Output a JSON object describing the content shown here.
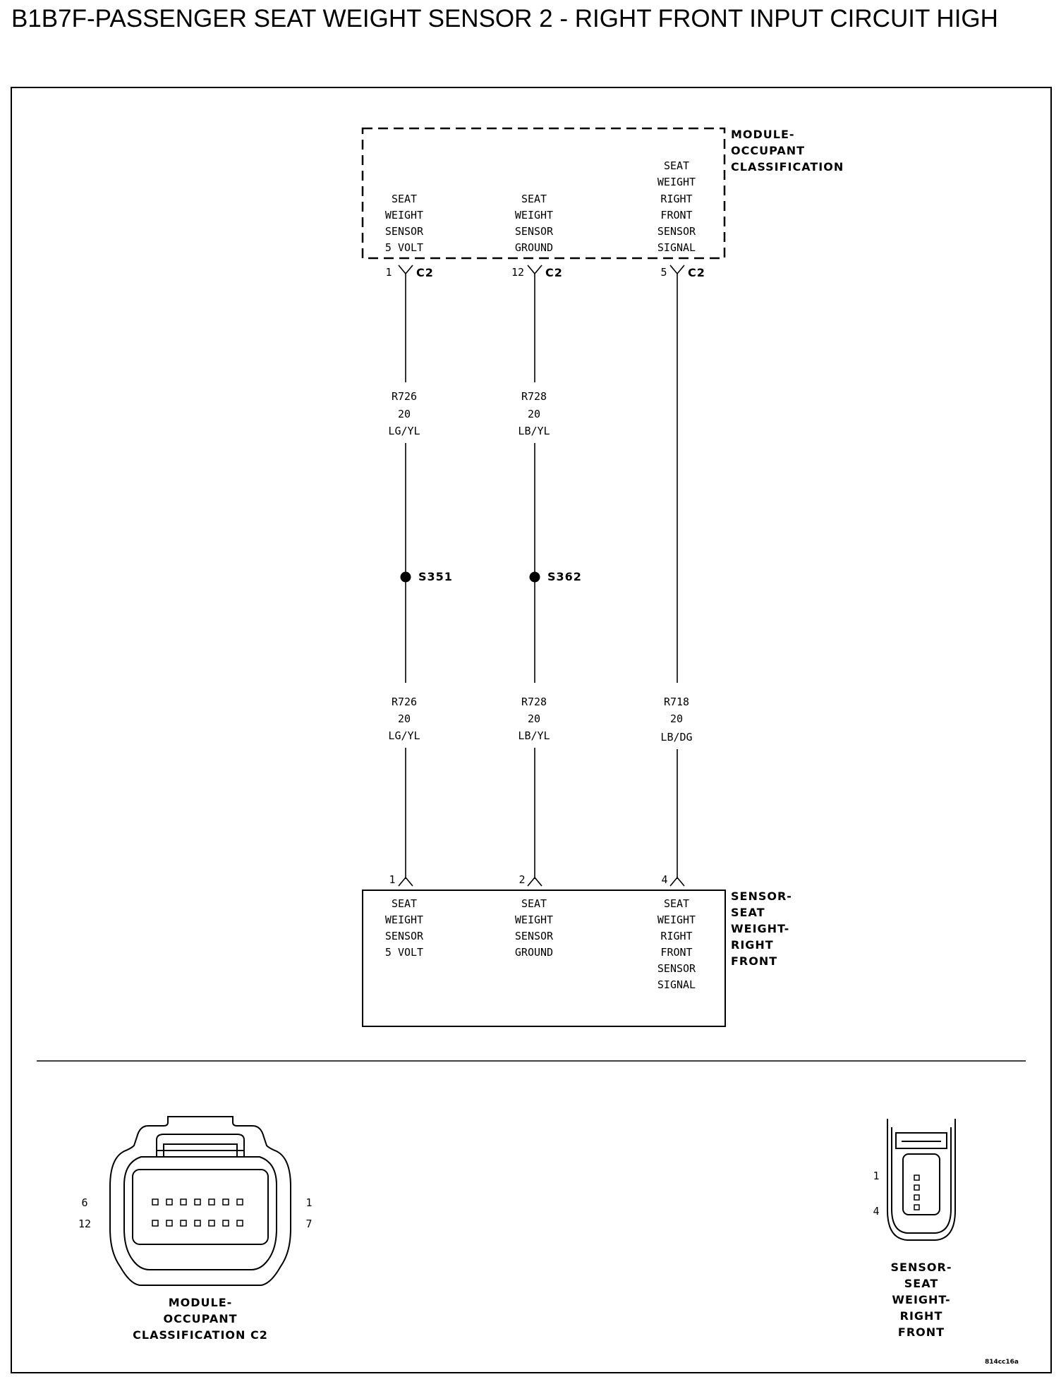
{
  "title": "B1B7F-PASSENGER SEAT WEIGHT SENSOR 2 - RIGHT FRONT INPUT CIRCUIT HIGH",
  "module": {
    "name_lines": [
      "MODULE-",
      "OCCUPANT",
      "CLASSIFICATION"
    ],
    "pins": [
      {
        "pin": "1",
        "connector": "C2",
        "label_lines": [
          "SEAT",
          "WEIGHT",
          "SENSOR",
          "5 VOLT"
        ]
      },
      {
        "pin": "12",
        "connector": "C2",
        "label_lines": [
          "SEAT",
          "WEIGHT",
          "SENSOR",
          "GROUND"
        ]
      },
      {
        "pin": "5",
        "connector": "C2",
        "label_lines": [
          "SEAT",
          "WEIGHT",
          "RIGHT",
          "FRONT",
          "SENSOR",
          "SIGNAL"
        ]
      }
    ]
  },
  "wires": [
    {
      "upper": [
        "R726",
        "20",
        "LG/YL"
      ],
      "splice": "S351",
      "lower": [
        "R726",
        "20",
        "LG/YL"
      ]
    },
    {
      "upper": [
        "R728",
        "20",
        "LB/YL"
      ],
      "splice": "S362",
      "lower": [
        "R728",
        "20",
        "LB/YL"
      ]
    },
    {
      "upper": null,
      "splice": null,
      "lower": [
        "R718",
        "20",
        "LB/DG"
      ]
    }
  ],
  "sensor": {
    "name_lines": [
      "SENSOR-",
      "SEAT",
      "WEIGHT-",
      "RIGHT",
      "FRONT"
    ],
    "pins": [
      {
        "pin": "1",
        "label_lines": [
          "SEAT",
          "WEIGHT",
          "SENSOR",
          "5 VOLT"
        ]
      },
      {
        "pin": "2",
        "label_lines": [
          "SEAT",
          "WEIGHT",
          "SENSOR",
          "GROUND"
        ]
      },
      {
        "pin": "4",
        "label_lines": [
          "SEAT",
          "WEIGHT",
          "RIGHT",
          "FRONT",
          "SENSOR",
          "SIGNAL"
        ]
      }
    ]
  },
  "connector_c2_view": {
    "caption_lines": [
      "MODULE-",
      "OCCUPANT",
      "CLASSIFICATION C2"
    ],
    "pin_numbers": {
      "top_left": "6",
      "bottom_left": "12",
      "top_right": "1",
      "bottom_right": "7"
    }
  },
  "sensor_connector_view": {
    "caption_lines": [
      "SENSOR-",
      "SEAT",
      "WEIGHT-",
      "RIGHT",
      "FRONT"
    ],
    "pin_numbers": {
      "top": "1",
      "bottom": "4"
    }
  },
  "figure_id": "814cc16a"
}
